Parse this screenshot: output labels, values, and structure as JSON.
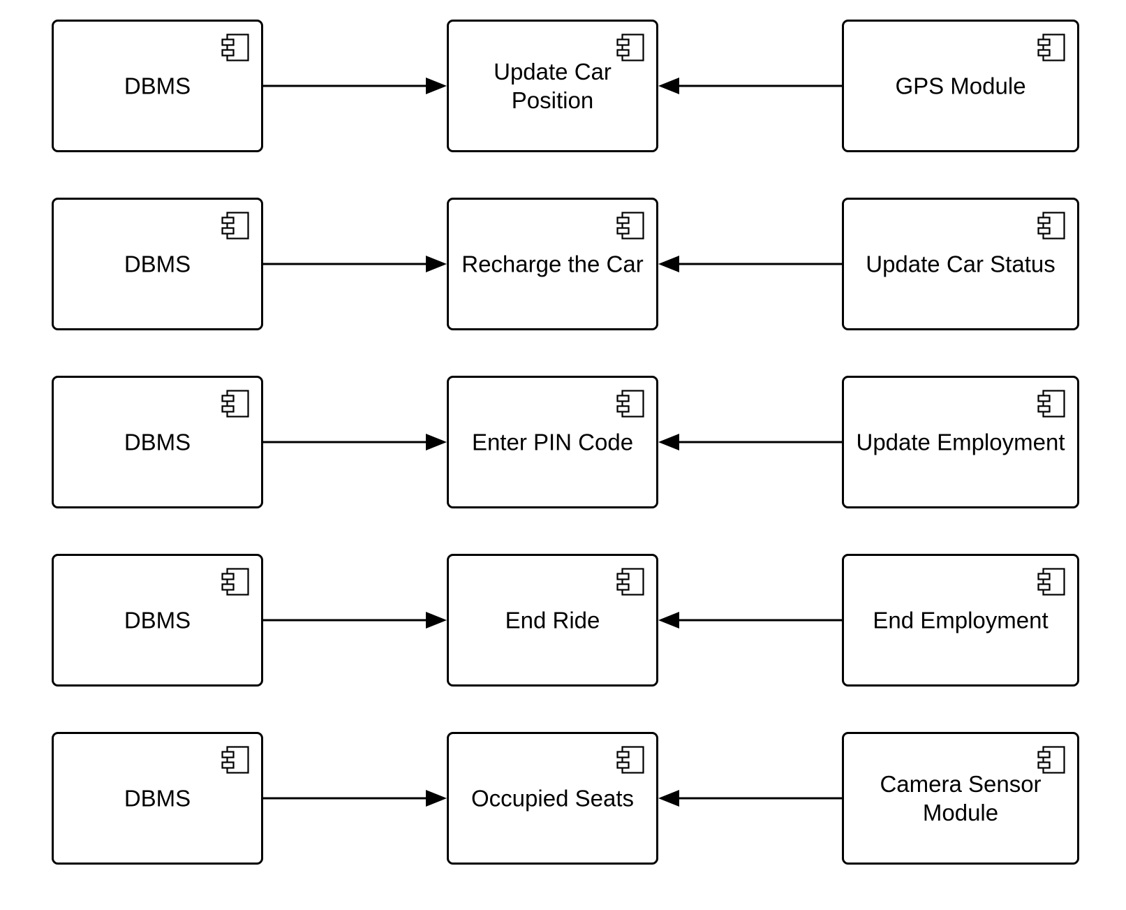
{
  "diagram": {
    "rows": [
      {
        "left": {
          "label": "DBMS",
          "icon": "component-icon"
        },
        "center": {
          "label": "Update Car\n   Position",
          "icon": "component-icon"
        },
        "right": {
          "label": "GPS Module",
          "icon": "component-icon"
        }
      },
      {
        "left": {
          "label": "DBMS",
          "icon": "component-icon"
        },
        "center": {
          "label": "Recharge the Car",
          "icon": "component-icon"
        },
        "right": {
          "label": "Update Car Status",
          "icon": "component-icon"
        }
      },
      {
        "left": {
          "label": "DBMS",
          "icon": "component-icon"
        },
        "center": {
          "label": "Enter PIN Code",
          "icon": "component-icon"
        },
        "right": {
          "label": "Update Employment",
          "icon": "component-icon"
        }
      },
      {
        "left": {
          "label": "DBMS",
          "icon": "component-icon"
        },
        "center": {
          "label": "End Ride",
          "icon": "component-icon"
        },
        "right": {
          "label": "End Employment",
          "icon": "component-icon"
        }
      },
      {
        "left": {
          "label": "DBMS",
          "icon": "component-icon"
        },
        "center": {
          "label": "Occupied Seats",
          "icon": "component-icon"
        },
        "right": {
          "label": "Camera Sensor\n    Module",
          "icon": "component-icon"
        }
      }
    ],
    "colors": {
      "stroke": "#000000",
      "fill": "#ffffff"
    }
  }
}
